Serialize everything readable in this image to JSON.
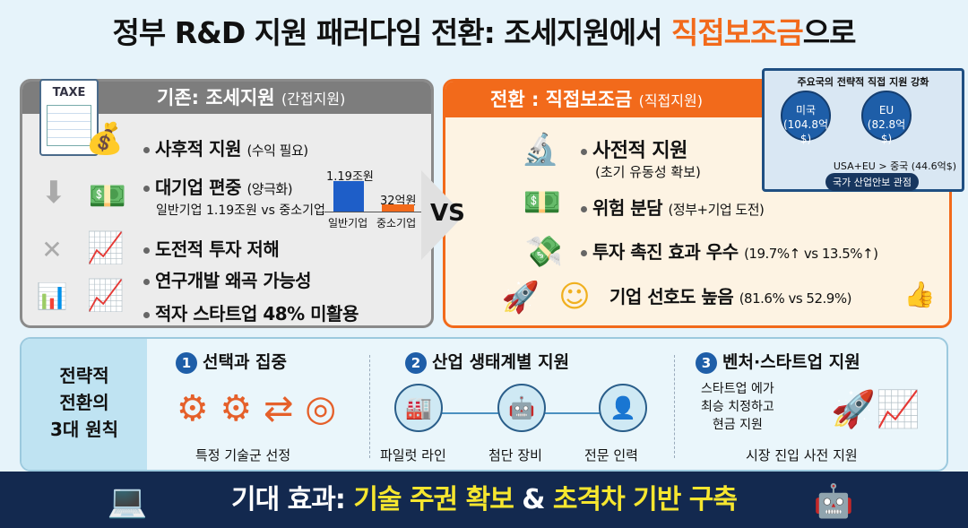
{
  "title": {
    "prefix": "정부 R&D 지원 패러다임 전환: 조세지원에서 ",
    "highlight": "직접보조금",
    "suffix": "으로"
  },
  "left": {
    "header": "기존: 조세지원",
    "header_sub": "(간접지원)",
    "tax_label": "TAXE",
    "items": [
      {
        "main": "사후적 지원",
        "sub": "(수익 필요)"
      },
      {
        "main": "대기업 편중",
        "sub": "(양극화)",
        "detail": "일반기업 1.19조원 vs 중소기업"
      },
      {
        "main": "도전적 투자 저해"
      },
      {
        "main": "연구개발 왜곡 가능성"
      },
      {
        "main": "적자 스타트업 48% 미활용"
      }
    ],
    "chart": {
      "bars": [
        {
          "label": "일반기업",
          "value_label": "1.19조원",
          "value": 11900,
          "color": "#1e5ec8"
        },
        {
          "label": "중소기업",
          "value_label": "32억원",
          "value": 32,
          "color": "#f26a1b"
        }
      ]
    }
  },
  "vs": "VS",
  "right": {
    "header": "전환 : 직접보조금",
    "header_sub": "(직접지원)",
    "items": [
      {
        "main": "사전적 지원",
        "sub": "(초기 유동성 확보)"
      },
      {
        "main": "위험 분담",
        "sub": "(정부+기업 도전)"
      },
      {
        "main": "투자 촉진 효과 우수",
        "sub": "(19.7%↑ vs 13.5%↑)"
      },
      {
        "main": "기업 선호도 높음",
        "sub": "(81.6% vs 52.9%)"
      }
    ]
  },
  "inset": {
    "title": "주요국의 전략적 직접 지원 강화",
    "us": "미국",
    "us_value": "(104.8억$)",
    "eu": "EU",
    "eu_value": "(82.8억$)",
    "compare": "USA+EU > 중국 (44.6억$)",
    "badge": "국가 산업안보 관점"
  },
  "principles": {
    "label": [
      "전략적",
      "전환의",
      "3대 원칙"
    ],
    "items": [
      {
        "num": "1",
        "title": "선택과 집중",
        "labels": [
          "특정 기술군 선정"
        ]
      },
      {
        "num": "2",
        "title": "산업 생태계별 지원",
        "labels": [
          "파일럿 라인",
          "첨단 장비",
          "전문 인력"
        ]
      },
      {
        "num": "3",
        "title": "벤처·스타트업 지원",
        "desc": [
          "스타트업 에가",
          "최승 치정하고",
          "현금 지원"
        ],
        "labels": [
          "시장 진입 사전 지원"
        ]
      }
    ]
  },
  "footer": {
    "prefix": "기대 효과: ",
    "highlight1": "기술 주권 확보",
    "amp": " & ",
    "highlight2": "초격차 기반 구축"
  },
  "colors": {
    "orange": "#f26a1b",
    "navy": "#13294f",
    "yellow": "#f6e62f",
    "blue": "#1e5ea8"
  }
}
